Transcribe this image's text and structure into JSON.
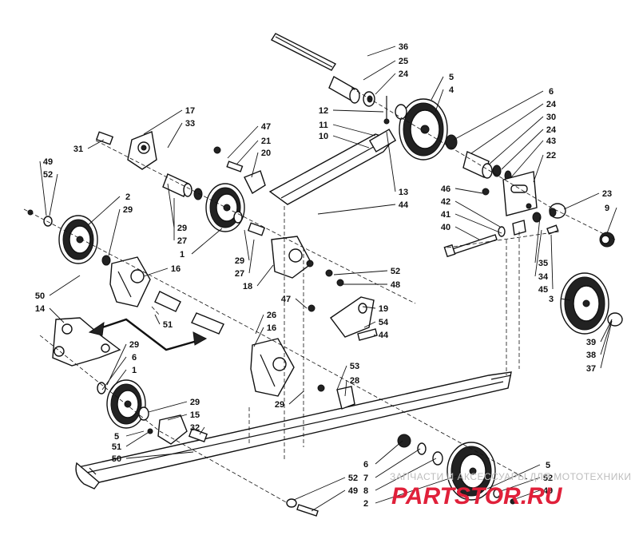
{
  "diagram": {
    "callouts": [
      "36",
      "25",
      "24",
      "5",
      "4",
      "12",
      "11",
      "10",
      "6",
      "24",
      "30",
      "24",
      "43",
      "22",
      "47",
      "21",
      "20",
      "17",
      "33",
      "31",
      "49",
      "52",
      "2",
      "29",
      "13",
      "44",
      "46",
      "42",
      "41",
      "40",
      "23",
      "9",
      "29",
      "27",
      "1",
      "29",
      "27",
      "18",
      "52",
      "48",
      "35",
      "34",
      "45",
      "3",
      "50",
      "14",
      "16",
      "51",
      "47",
      "19",
      "54",
      "44",
      "26",
      "16",
      "29",
      "6",
      "1",
      "29",
      "15",
      "32",
      "5",
      "51",
      "50",
      "39",
      "38",
      "37",
      "53",
      "28",
      "29",
      "6",
      "7",
      "8",
      "2",
      "5",
      "52",
      "49",
      "52",
      "49"
    ]
  },
  "watermark": {
    "top_text": "ЗАПЧАСТИ И АКСЕССУАРЫ ДЛЯ МОТОТЕХНИКИ",
    "brand": "PARTSTOR.RU"
  }
}
